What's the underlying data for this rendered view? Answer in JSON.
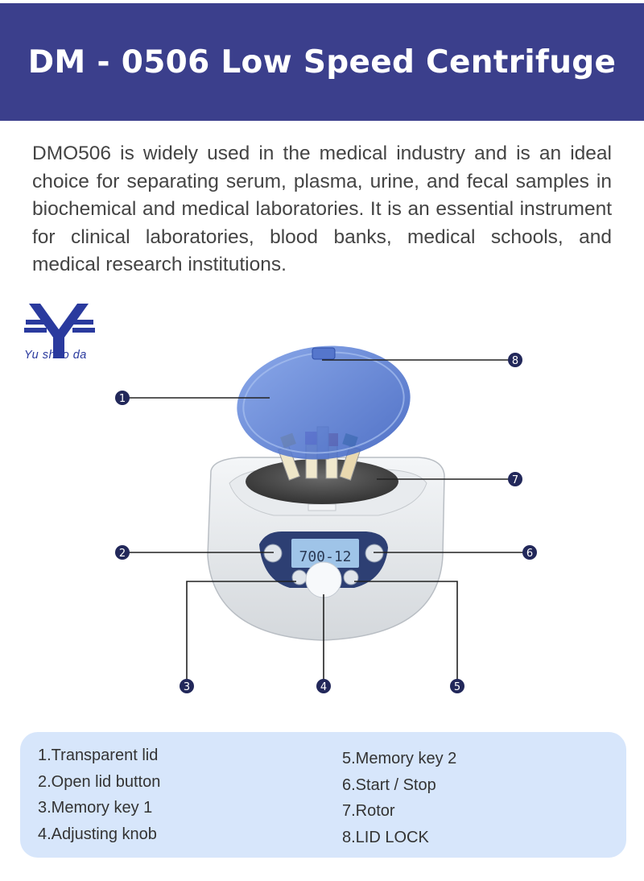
{
  "header": {
    "title": "DM - 0506 Low Speed Centrifuge"
  },
  "intro": {
    "text": "DMO506 is widely used in the medical industry and is an ideal choice for separating serum, plasma, urine, and fecal samples in biochemical and medical laboratories. It is an es­sential instrument for clinical laboratories, blood banks, med­ical schools, and medical research institutions."
  },
  "logo": {
    "brand_text": "Yu shuo da"
  },
  "display": {
    "readout": "700-12"
  },
  "callouts": [
    "1",
    "2",
    "3",
    "4",
    "5",
    "6",
    "7",
    "8"
  ],
  "legend": {
    "left": [
      "1.Transparent lid",
      "2.Open lid button",
      "3.Memory key 1",
      "4.Adjusting knob"
    ],
    "right": [
      "5.Memory key 2",
      "6.Start / Stop",
      "7.Rotor",
      "8.LID LOCK"
    ]
  },
  "colors": {
    "header_bg": "#3b3f8c",
    "callout_circle": "#22285a",
    "legend_bg": "#d7e6fb",
    "lid_blue": "#5b7fd4",
    "brand_blue": "#2a3a9e"
  }
}
